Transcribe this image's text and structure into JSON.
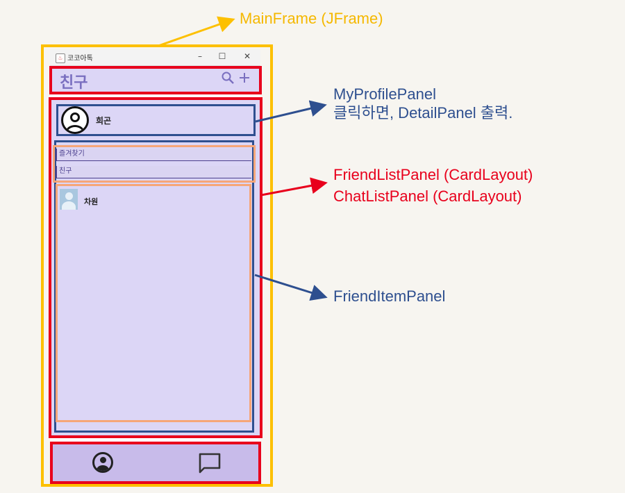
{
  "window": {
    "title": "코코아톡",
    "controls": [
      "–",
      "☐",
      "✕"
    ]
  },
  "header": {
    "title": "친구",
    "icons": [
      "search-icon",
      "add-icon"
    ]
  },
  "my_profile": {
    "name": "희곤"
  },
  "sections": {
    "favorites": "즐겨찾기",
    "friends": "친구"
  },
  "friends": [
    {
      "name": "차원"
    }
  ],
  "bottom_nav": {
    "icons": [
      "person-icon",
      "chat-icon"
    ]
  },
  "annotations": {
    "main_frame": "MainFrame (JFrame)",
    "my_profile_panel": "MyProfilePanel",
    "my_profile_note": "클릭하면, DetailPanel 출력.",
    "friend_list_panel": "FriendListPanel (CardLayout)",
    "chat_list_panel": "ChatListPanel (CardLayout)",
    "friend_item_panel": "FriendItemPanel"
  },
  "colors": {
    "frame_outline": "#fdc000",
    "red_outline": "#e8001c",
    "blue_outline": "#2e4f8f",
    "orange_outline": "#f6a678",
    "panel_bg": "#dcd6f6",
    "nav_bg": "#c8bbea"
  }
}
